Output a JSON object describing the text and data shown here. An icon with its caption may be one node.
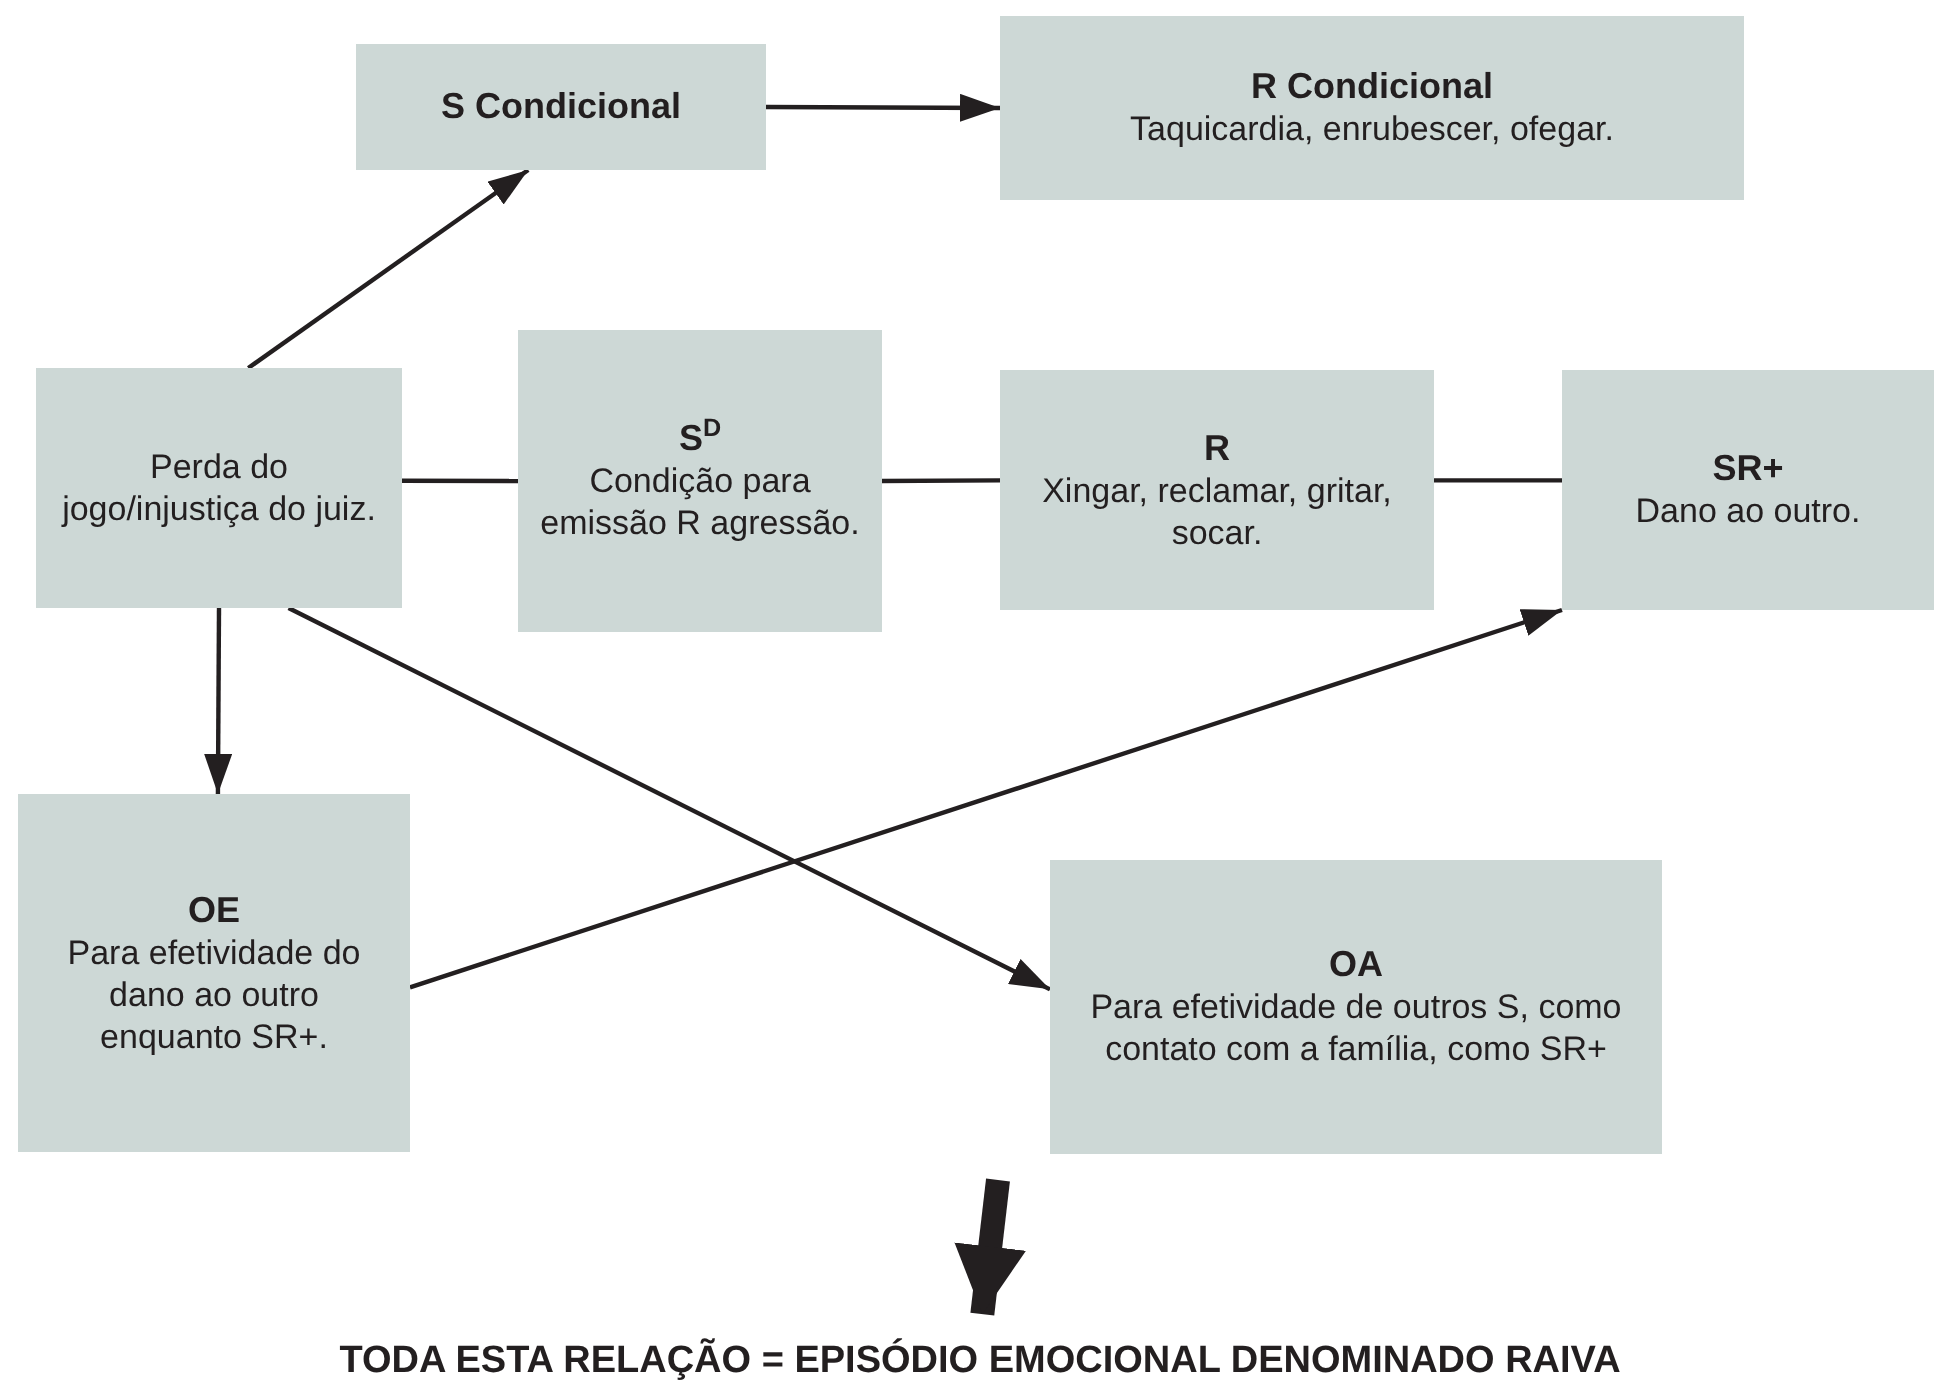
{
  "diagram": {
    "nodes": [
      {
        "text": [
          "S Condicional"
        ]
      },
      {
        "text": [
          "R Condicional",
          "Taquicardia, enrubescer, ofegar."
        ]
      },
      {
        "text": [
          "Perda do jogo/injustiça do juiz."
        ]
      },
      {
        "text": [
          "S$^{D}$",
          "Condição para emissão R agressão."
        ]
      },
      {
        "text": [
          "R",
          "Xingar, reclamar, gritar, socar."
        ]
      },
      {
        "text": [
          "SR+",
          "Dano ao outro."
        ]
      },
      {
        "text": [
          "OE",
          "Para efetividade do dano ao outro enquanto SR+."
        ]
      },
      {
        "text": [
          "OA",
          "Para efetividade de outros S, como contato com a família, como SR+"
        ]
      },
      {
        "text": [
          "TODA ESTA RELAÇÃO = EPISÓDIO EMOCIONAL DENOMINADO RAIVA"
        ]
      }
    ],
    "edges": [
      {
        "from": 0,
        "to": 1,
        "arrow": "to"
      },
      {
        "from": 2,
        "to": 0,
        "arrow": "to"
      },
      {
        "from": 2,
        "to": 3,
        "arrow": "none"
      },
      {
        "from": 3,
        "to": 4,
        "arrow": "none"
      },
      {
        "from": 4,
        "to": 5,
        "arrow": "none"
      },
      {
        "from": 2,
        "to": 6,
        "arrow": "to"
      },
      {
        "from": 2,
        "to": 7,
        "arrow": "to"
      },
      {
        "from": 6,
        "to": 5,
        "arrow": "to"
      },
      {
        "from": null,
        "to": 8,
        "arrow": "to",
        "style": "thick"
      }
    ]
  }
}
